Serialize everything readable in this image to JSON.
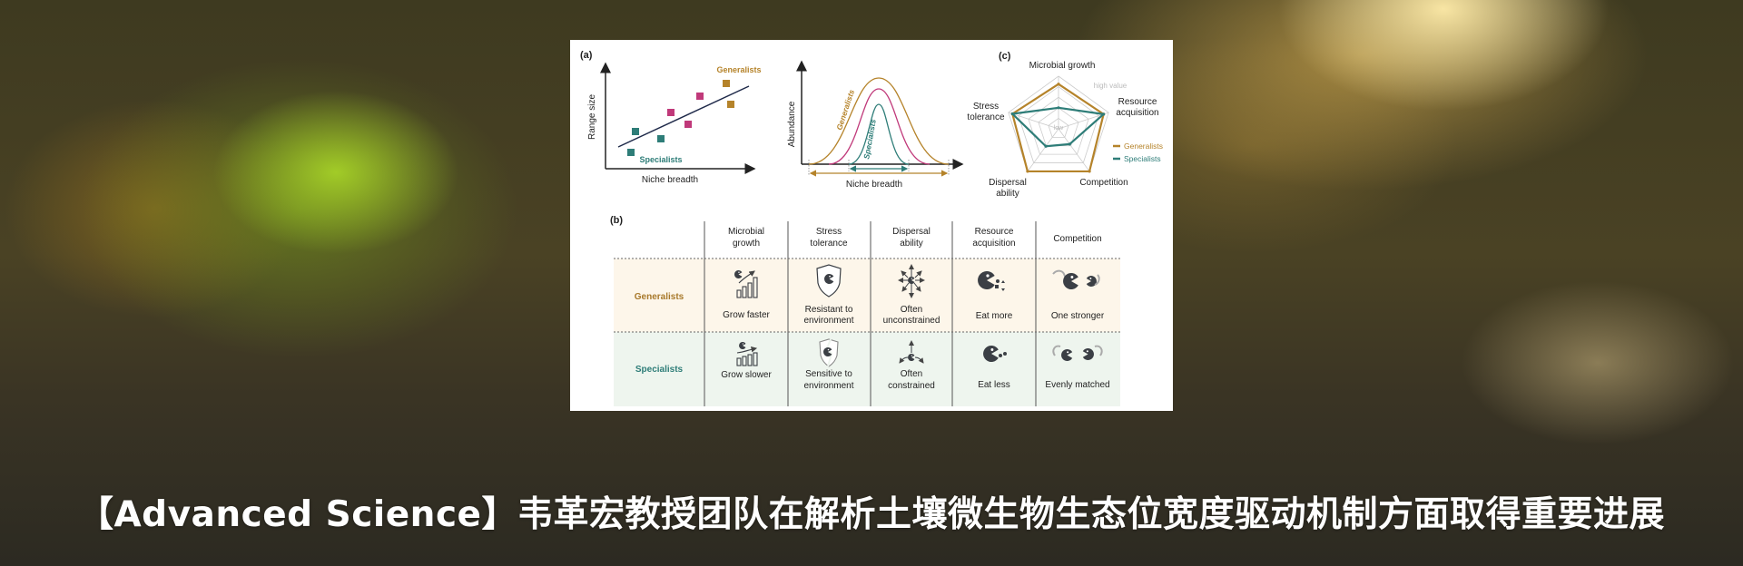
{
  "title": "【Advanced Science】韦革宏教授团队在解析土壤微生物生态位宽度驱动机制方面取得重要进展",
  "colors": {
    "generalists": "#b5832a",
    "specialists": "#2e7d78",
    "intermediate": "#c0397a",
    "gen_row_bg": "#fdf6ea",
    "spec_row_bg": "#eef5ee"
  },
  "panel_a": {
    "label": "(a)",
    "scatter": {
      "xlabel": "Niche breadth",
      "ylabel": "Range size",
      "generalists_label": "Generalists",
      "specialists_label": "Specialists"
    },
    "curves": {
      "xlabel": "Niche breadth",
      "ylabel": "Abundance",
      "generalists_label": "Generalists",
      "specialists_label": "Specialists"
    }
  },
  "panel_b": {
    "label": "(b)",
    "columns": [
      {
        "line1": "Microbial",
        "line2": "growth"
      },
      {
        "line1": "Stress",
        "line2": "tolerance"
      },
      {
        "line1": "Dispersal",
        "line2": "ability"
      },
      {
        "line1": "Resource",
        "line2": "acquisition"
      },
      {
        "line1": "Competition",
        "line2": ""
      }
    ],
    "rows": [
      {
        "label": "Generalists",
        "cells": [
          {
            "icon": "growth-fast-icon",
            "line1": "Grow faster",
            "line2": ""
          },
          {
            "icon": "shield-icon",
            "line1": "Resistant to",
            "line2": "environment"
          },
          {
            "icon": "dispersal-many-icon",
            "line1": "Often",
            "line2": "unconstrained"
          },
          {
            "icon": "pacman-eat-more-icon",
            "line1": "Eat more",
            "line2": ""
          },
          {
            "icon": "competition-uneven-icon",
            "line1": "One stronger",
            "line2": ""
          }
        ]
      },
      {
        "label": "Specialists",
        "cells": [
          {
            "icon": "growth-slow-icon",
            "line1": "Grow slower",
            "line2": ""
          },
          {
            "icon": "broken-shield-icon",
            "line1": "Sensitive to",
            "line2": "environment"
          },
          {
            "icon": "dispersal-few-icon",
            "line1": "Often",
            "line2": "constrained"
          },
          {
            "icon": "pacman-eat-less-icon",
            "line1": "Eat less",
            "line2": ""
          },
          {
            "icon": "competition-even-icon",
            "line1": "Evenly matched",
            "line2": ""
          }
        ]
      }
    ]
  },
  "panel_c": {
    "label": "(c)",
    "axes": [
      "Microbial growth",
      "Resource acquisition",
      "Competition",
      "Dispersal ability",
      "Stress tolerance"
    ],
    "axis_labels": {
      "growth": "Microbial growth",
      "resource_1": "Resource",
      "resource_2": "acquisition",
      "competition": "Competition",
      "dispersal_1": "Dispersal",
      "dispersal_2": "ability",
      "stress_1": "Stress",
      "stress_2": "tolerance"
    },
    "high_label": "high value",
    "low_label": "low",
    "legend": {
      "generalists": "Generalists",
      "specialists": "Specialists"
    },
    "chart_data": {
      "type": "radar",
      "categories": [
        "Microbial growth",
        "Resource acquisition",
        "Competition",
        "Dispersal ability",
        "Stress tolerance"
      ],
      "series": [
        {
          "name": "Generalists",
          "values": [
            0.85,
            0.9,
            1.0,
            1.0,
            0.92
          ]
        },
        {
          "name": "Specialists",
          "values": [
            0.4,
            0.9,
            0.36,
            0.41,
            0.92
          ]
        }
      ],
      "range": [
        0,
        1
      ]
    }
  }
}
